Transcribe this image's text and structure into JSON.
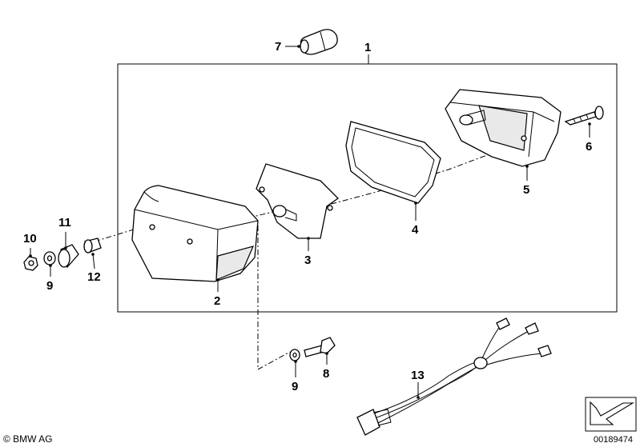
{
  "callouts": [
    {
      "id": "c1",
      "text": "1"
    },
    {
      "id": "c2",
      "text": "2"
    },
    {
      "id": "c3",
      "text": "3"
    },
    {
      "id": "c4",
      "text": "4"
    },
    {
      "id": "c5",
      "text": "5"
    },
    {
      "id": "c6",
      "text": "6"
    },
    {
      "id": "c7",
      "text": "7"
    },
    {
      "id": "c8",
      "text": "8"
    },
    {
      "id": "c9a",
      "text": "9"
    },
    {
      "id": "c9b",
      "text": "9"
    },
    {
      "id": "c10",
      "text": "10"
    },
    {
      "id": "c11",
      "text": "11"
    },
    {
      "id": "c12",
      "text": "12"
    },
    {
      "id": "c13",
      "text": "13"
    }
  ],
  "footer": {
    "copyright": "© BMW AG",
    "diagram_code": "00189474"
  }
}
